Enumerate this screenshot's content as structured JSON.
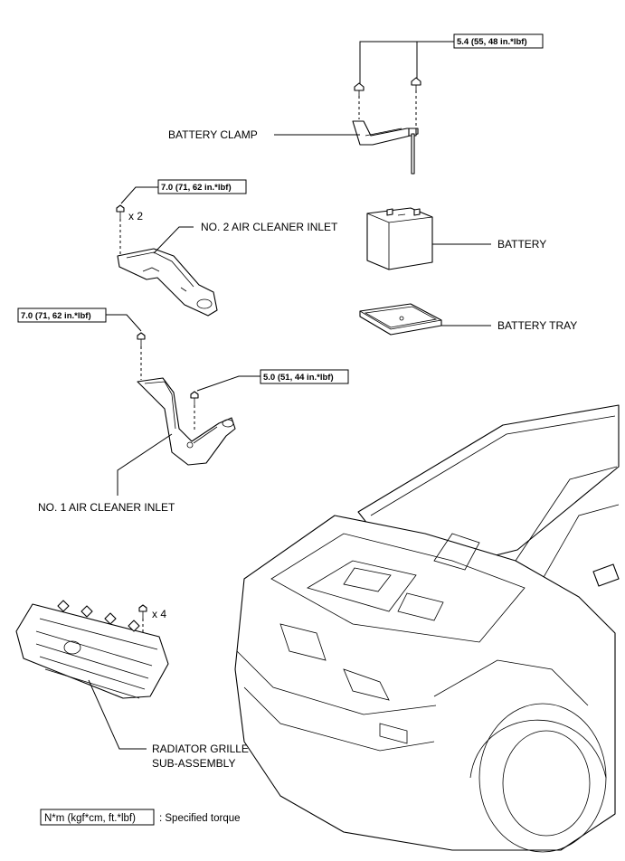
{
  "labels": {
    "battery_clamp": "BATTERY CLAMP",
    "no2_air_cleaner_inlet": "NO. 2 AIR CLEANER INLET",
    "battery": "BATTERY",
    "battery_tray": "BATTERY TRAY",
    "no1_air_cleaner_inlet": "NO. 1 AIR CLEANER INLET",
    "radiator_grille_line1": "RADIATOR GRILLE",
    "radiator_grille_line2": "SUB-ASSEMBLY"
  },
  "torques": {
    "battery_clamp": "5.4 (55, 48 in.*lbf)",
    "no2_inlet": "7.0 (71, 62 in.*lbf)",
    "no1_inlet_upper": "7.0 (71, 62 in.*lbf)",
    "no1_inlet_lower": "5.0 (51, 44 in.*lbf)"
  },
  "quantities": {
    "no2_inlet_bolts": "x 2",
    "grille_clips": "x 4"
  },
  "legend": {
    "unit_box": "N*m (kgf*cm, ft.*lbf)",
    "description": ": Specified torque"
  }
}
